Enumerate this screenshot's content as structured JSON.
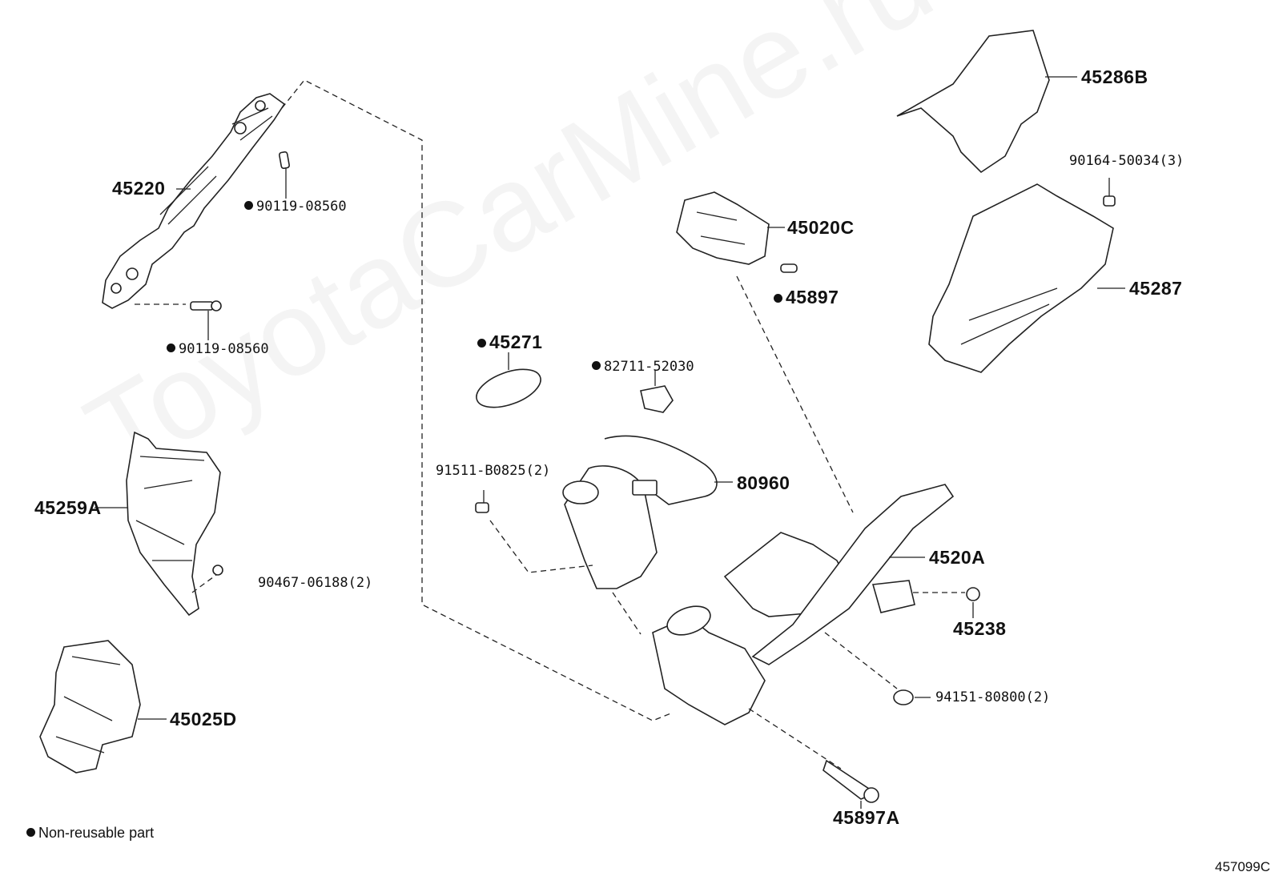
{
  "watermark": "ToyotaCarMine.ru",
  "legend": {
    "text": "Non-reusable part"
  },
  "diagram_code": "457099C",
  "parts": {
    "p45220": "45220",
    "p90119_a": "90119-08560",
    "p90119_b": "90119-08560",
    "p45259A": "45259A",
    "p90467": "90467-06188(2)",
    "p45025D": "45025D",
    "p45271": "45271",
    "p82711": "82711-52030",
    "p91511": "91511-B0825(2)",
    "p80960": "80960",
    "p45020C": "45020C",
    "p45897": "45897",
    "p45286B": "45286B",
    "p90164": "90164-50034(3)",
    "p45287": "45287",
    "p4520A": "4520A",
    "p45238": "45238",
    "p94151": "94151-80800(2)",
    "p45897A": "45897A"
  }
}
